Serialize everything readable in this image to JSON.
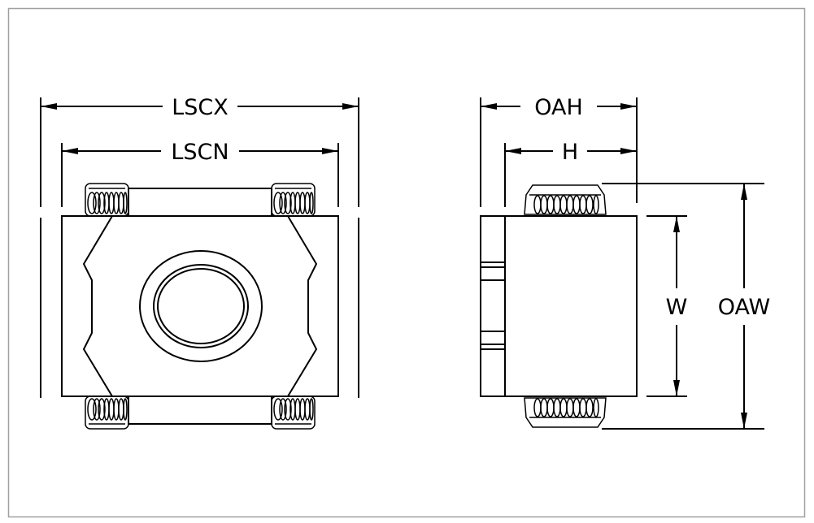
{
  "dimensions": {
    "lscx": "LSCX",
    "lscn": "LSCN",
    "oah": "OAH",
    "h": "H",
    "w": "W",
    "oaw": "OAW"
  },
  "colors": {
    "line": "#000000",
    "frame": "#a0a0a0",
    "background": "#ffffff"
  }
}
